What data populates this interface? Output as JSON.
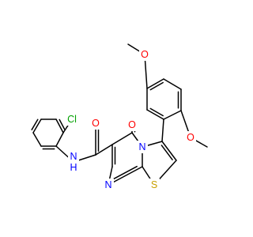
{
  "molecule": {
    "atoms": {
      "cl": {
        "text": "Cl",
        "color": "#00a000"
      },
      "nh": {
        "text": "N",
        "color": "#0000ff"
      },
      "h": {
        "text": "H",
        "color": "#0000ff"
      },
      "o1": {
        "text": "O",
        "color": "#ff0000"
      },
      "o2": {
        "text": "O",
        "color": "#ff0000"
      },
      "n1": {
        "text": "N",
        "color": "#0000ff"
      },
      "n2": {
        "text": "N",
        "color": "#0000ff"
      },
      "s": {
        "text": "S",
        "color": "#c8a000"
      },
      "o3": {
        "text": "O",
        "color": "#ff0000"
      },
      "o4": {
        "text": "O",
        "color": "#ff0000"
      }
    }
  }
}
